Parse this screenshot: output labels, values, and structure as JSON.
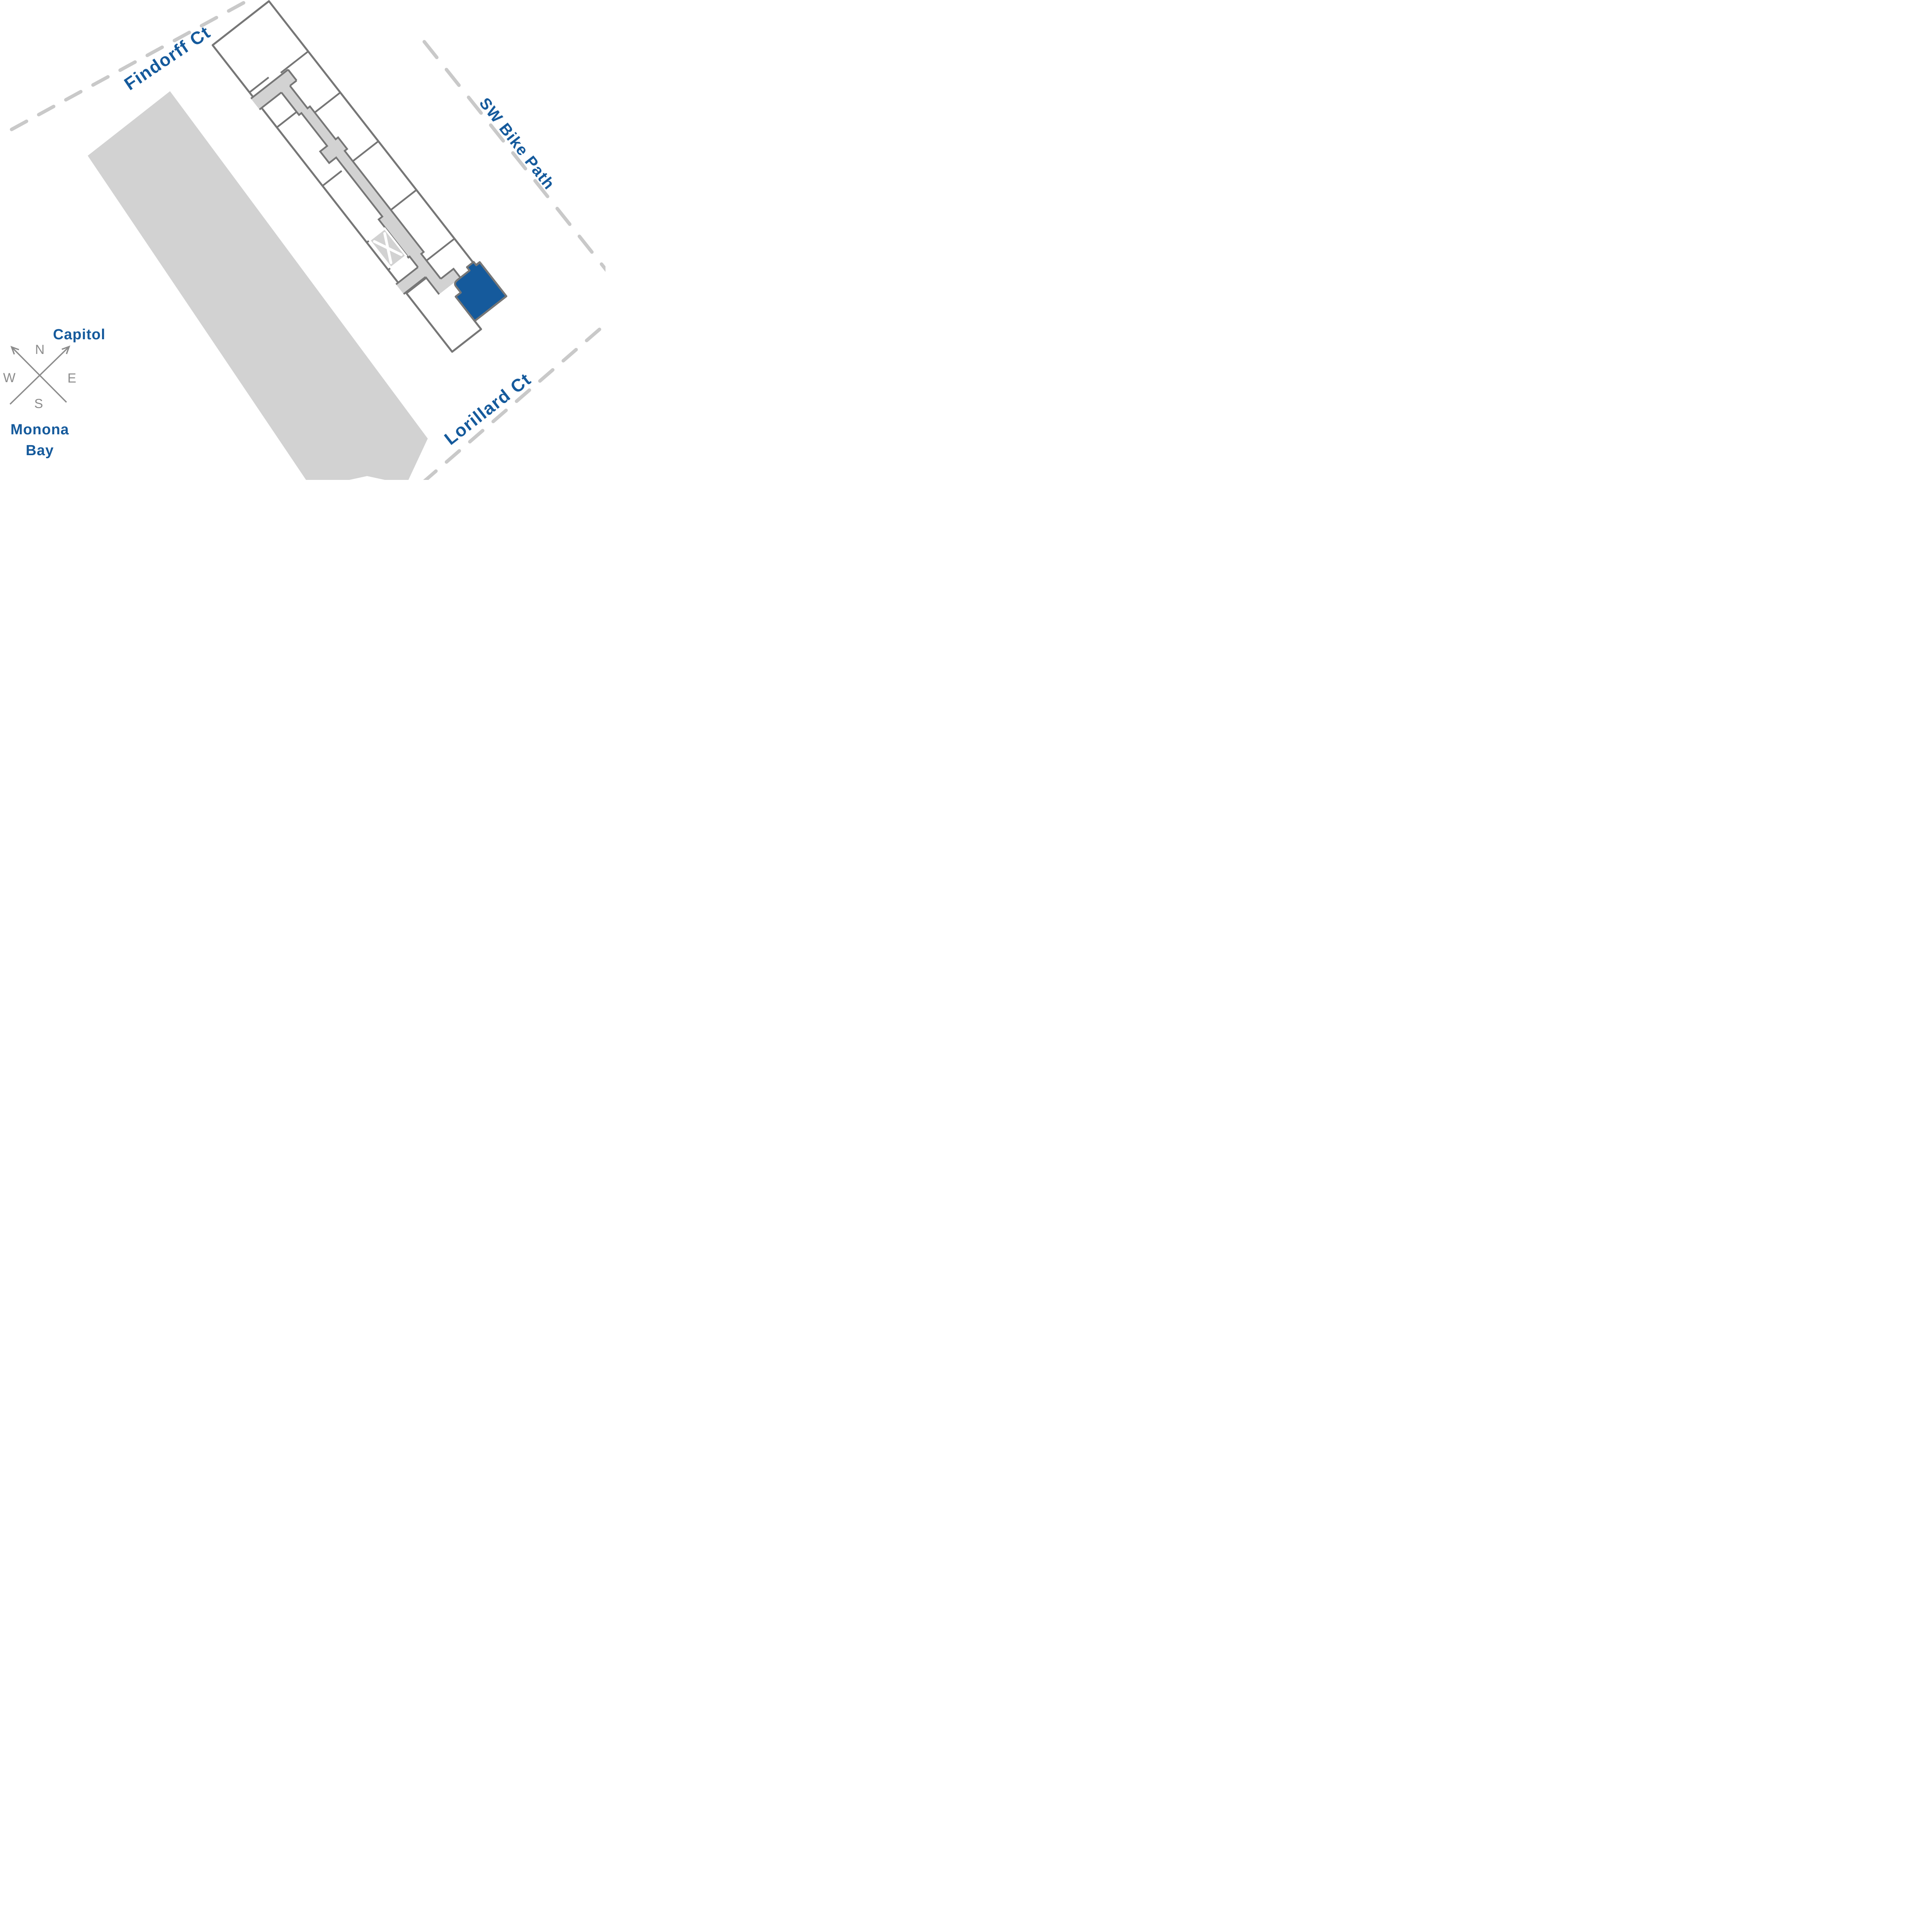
{
  "streets": {
    "findorff": {
      "label": "Findorff Ct"
    },
    "lorillard": {
      "label": "Lorillard Ct"
    },
    "bike_path": {
      "label": "SW Bike Path"
    }
  },
  "landmarks": {
    "capitol": {
      "label": "Capitol"
    },
    "monona_bay": {
      "line1": "Monona",
      "line2": "Bay"
    }
  },
  "compass": {
    "north": "N",
    "east": "E",
    "south": "S",
    "west": "W"
  },
  "floor_plan": {
    "highlighted_unit": {
      "color": "#155a9c"
    },
    "stairwell_icon": "x-marker"
  },
  "colors": {
    "label_blue": "#155a9c",
    "wall_gray": "#767676",
    "corridor_gray": "#d2d2d2",
    "block_gray": "#d2d2d2",
    "dash_gray": "#c9c9c9",
    "compass_gray": "#8c8c8c"
  }
}
